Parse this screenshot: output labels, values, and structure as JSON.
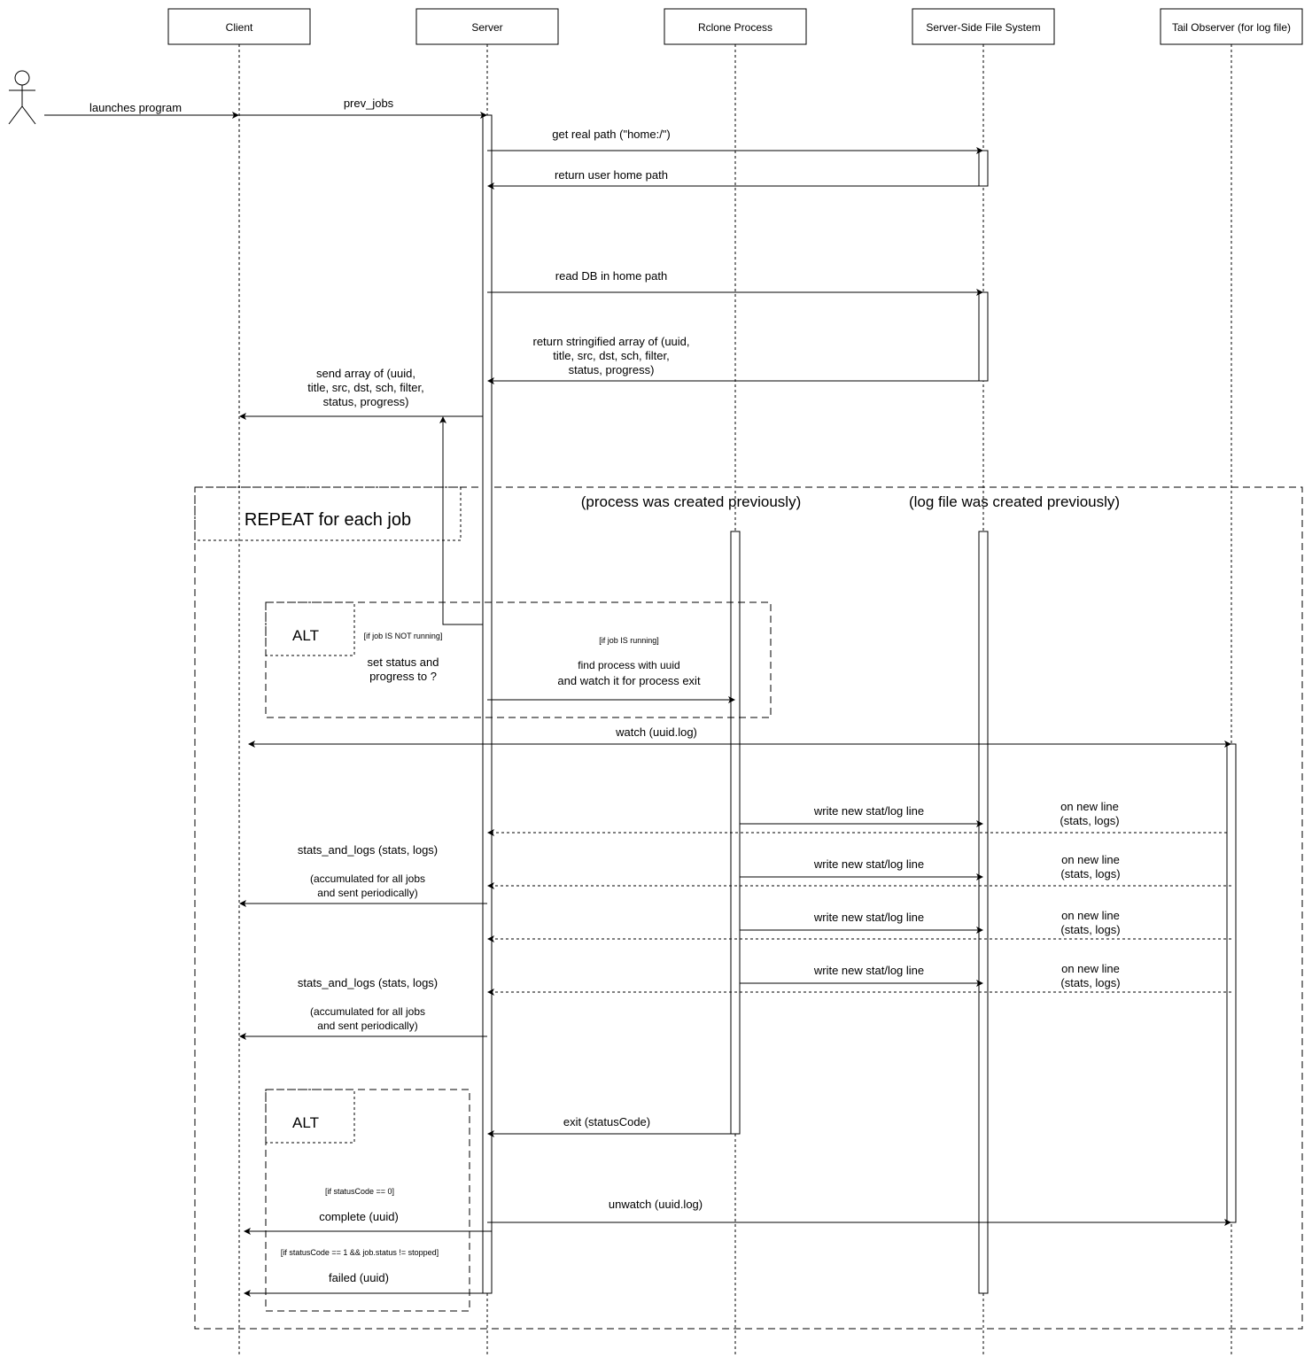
{
  "participants": [
    "Client",
    "Server",
    "Rclone Process",
    "Server-Side File System",
    "Tail Observer (for log file)"
  ],
  "messages": {
    "launch": "launches program",
    "prev_jobs": "prev_jobs",
    "get_real_path": "get real path (\"home:/\")",
    "return_home": "return user home path",
    "read_db": "read DB in home path",
    "return_array": [
      "return stringified array of (uuid,",
      "title, src, dst, sch, filter,",
      "status, progress)"
    ],
    "send_array": [
      "send array of (uuid,",
      "title, src, dst, sch, filter,",
      "status, progress)"
    ],
    "watch": "watch (uuid.log)",
    "write_line": "write new stat/log line",
    "on_new_line": [
      "on new line",
      "(stats, logs)"
    ],
    "stats_logs": "stats_and_logs (stats, logs)",
    "accumulated": [
      "(accumulated for all jobs",
      "and sent periodically)"
    ],
    "exit": "exit (statusCode)",
    "unwatch": "unwatch (uuid.log)",
    "complete": "complete (uuid)",
    "failed": "failed (uuid)"
  },
  "frames": {
    "repeat": "REPEAT for each job",
    "process_note": "(process was created previously)",
    "log_note": "(log file was created previously)",
    "alt1": {
      "label": "ALT",
      "guard_not_running": "[if job IS NOT running]",
      "not_running_action": [
        "set status and",
        "progress to ?"
      ],
      "guard_running": "[if job IS running]",
      "running_action": [
        "find process with uuid",
        "and watch it for process exit"
      ]
    },
    "alt2": {
      "label": "ALT",
      "guard_ok": "[if statusCode == 0]",
      "guard_fail": "[if statusCode == 1 && job.status != stopped]"
    }
  }
}
